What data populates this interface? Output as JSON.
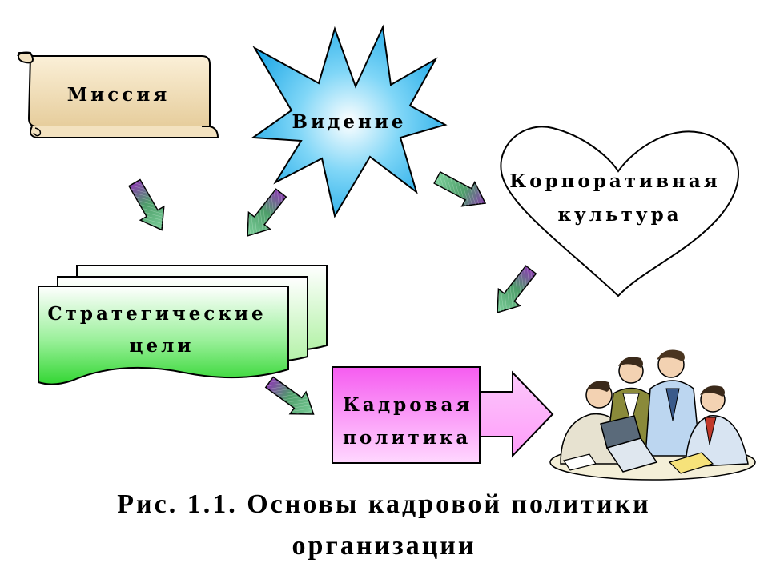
{
  "diagram": {
    "nodes": {
      "mission": {
        "label": "Миссия",
        "fill": "#f3e2c0"
      },
      "vision": {
        "label": "Видение",
        "fill": "#33bdf2"
      },
      "culture": {
        "lines": [
          "Корпоративная",
          "культура"
        ],
        "fill": "#ffffff"
      },
      "goals": {
        "lines": [
          "Стратегические",
          "цели"
        ],
        "fill": "#66e066"
      },
      "policy": {
        "lines": [
          "Кадровая",
          "политика"
        ],
        "fill": "#f04de8"
      }
    },
    "edges": [
      {
        "from": "mission",
        "to": "goals"
      },
      {
        "from": "vision",
        "to": "goals"
      },
      {
        "from": "vision",
        "to": "culture"
      },
      {
        "from": "culture",
        "to": "policy"
      },
      {
        "from": "goals",
        "to": "policy"
      },
      {
        "from": "policy",
        "to": "people"
      }
    ],
    "people_image": "people-illustration",
    "arrow_color": "#4caf8a"
  },
  "caption": {
    "line1": "Рис. 1.1. Основы кадровой политики",
    "line2": "организации"
  }
}
